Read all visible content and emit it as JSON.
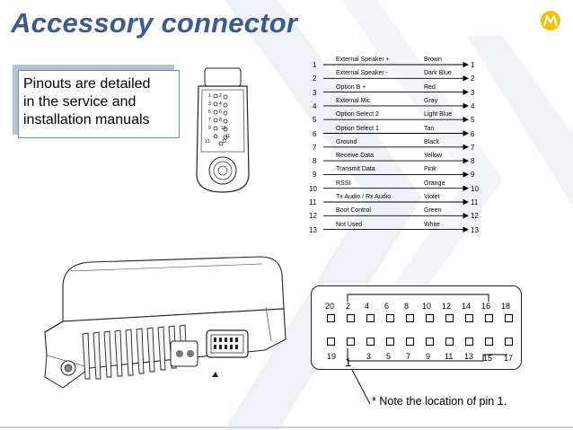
{
  "slide": {
    "title": "Accessory connector",
    "logo_icon": "motorola-logo-icon",
    "accent_color": "#3c5b8c",
    "logo_color": "#f2c200"
  },
  "callout": {
    "lines": [
      "Pinouts are detailed",
      "in the service and",
      "installation manuals"
    ]
  },
  "pinout_table": {
    "rows": [
      {
        "left": "1",
        "label": "External Speaker +",
        "color": "Brown",
        "right": "1"
      },
      {
        "left": "2",
        "label": "External Speaker -",
        "color": "Dark Blue",
        "right": "2"
      },
      {
        "left": "3",
        "label": "Option B +",
        "color": "Red",
        "right": "3"
      },
      {
        "left": "4",
        "label": "External Mic",
        "color": "Gray",
        "right": "4"
      },
      {
        "left": "5",
        "label": "Option Select 2",
        "color": "Light Blue",
        "right": "5"
      },
      {
        "left": "6",
        "label": "Option Select 1",
        "color": "Tan",
        "right": "6"
      },
      {
        "left": "7",
        "label": "Ground",
        "color": "Black",
        "right": "7"
      },
      {
        "left": "8",
        "label": "Receive Data",
        "color": "Yellow",
        "right": "8"
      },
      {
        "left": "9",
        "label": "Transmit Data",
        "color": "Pink",
        "right": "9"
      },
      {
        "left": "10",
        "label": "RSSI",
        "color": "Orange",
        "right": "10"
      },
      {
        "left": "11",
        "label": "Tx Audio / Rx Audio",
        "color": "Violet",
        "right": "11"
      },
      {
        "left": "12",
        "label": "Boot Control",
        "color": "Green",
        "right": "12"
      },
      {
        "left": "13",
        "label": "Not Used",
        "color": "White",
        "right": "13"
      }
    ]
  },
  "plug_pin_numbers": [
    "2",
    "4",
    "6",
    "8",
    "10",
    "11",
    "12",
    "1",
    "3",
    "5",
    "7",
    "9",
    "13"
  ],
  "connector_diagram": {
    "top_numbers": [
      "20",
      "2",
      "4",
      "6",
      "8",
      "10",
      "12",
      "14",
      "16",
      "18"
    ],
    "bottom_numbers": [
      "19",
      "1",
      "3",
      "5",
      "7",
      "9",
      "11",
      "13",
      "15",
      "17"
    ],
    "pin1_label": "1"
  },
  "note": "* Note the location of pin 1."
}
